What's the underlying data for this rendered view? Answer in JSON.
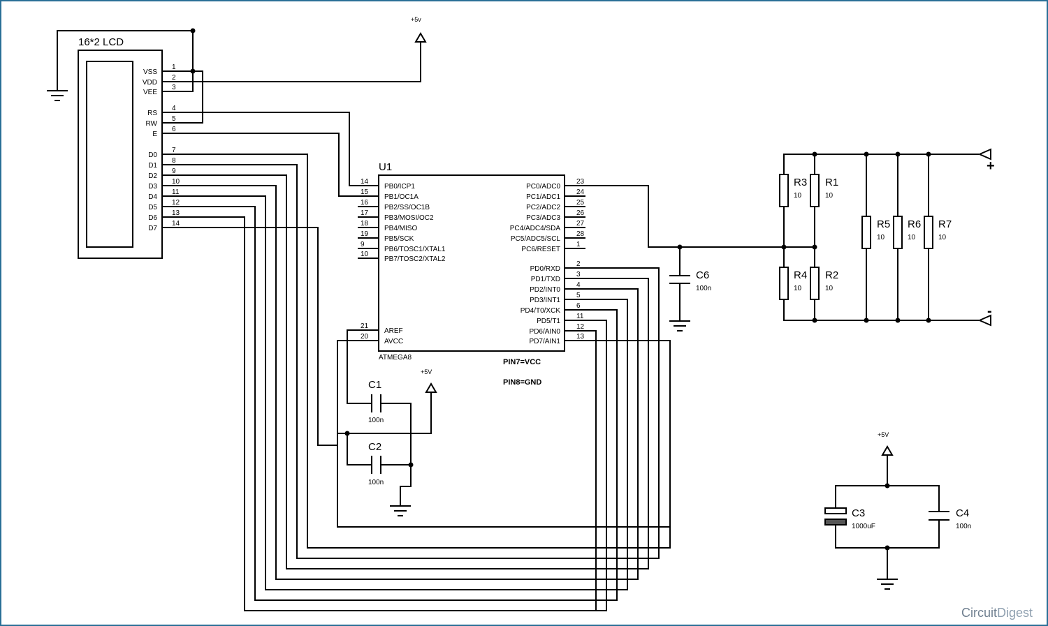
{
  "lcd": {
    "title": "16*2 LCD",
    "pins": [
      {
        "name": "VSS",
        "num": "1"
      },
      {
        "name": "VDD",
        "num": "2"
      },
      {
        "name": "VEE",
        "num": "3"
      },
      {
        "name": "RS",
        "num": "4"
      },
      {
        "name": "RW",
        "num": "5"
      },
      {
        "name": "E",
        "num": "6"
      },
      {
        "name": "D0",
        "num": "7"
      },
      {
        "name": "D1",
        "num": "8"
      },
      {
        "name": "D2",
        "num": "9"
      },
      {
        "name": "D3",
        "num": "10"
      },
      {
        "name": "D4",
        "num": "11"
      },
      {
        "name": "D5",
        "num": "12"
      },
      {
        "name": "D6",
        "num": "13"
      },
      {
        "name": "D7",
        "num": "14"
      }
    ]
  },
  "mcu": {
    "ref": "U1",
    "part": "ATMEGA8",
    "left_pins": [
      {
        "name": "PB0/ICP1",
        "num": "14"
      },
      {
        "name": "PB1/OC1A",
        "num": "15"
      },
      {
        "name": "PB2/SS/OC1B",
        "num": "16"
      },
      {
        "name": "PB3/MOSI/OC2",
        "num": "17"
      },
      {
        "name": "PB4/MISO",
        "num": "18"
      },
      {
        "name": "PB5/SCK",
        "num": "19"
      },
      {
        "name": "PB6/TOSC1/XTAL1",
        "num": "9"
      },
      {
        "name": "PB7/TOSC2/XTAL2",
        "num": "10"
      },
      {
        "name": "AREF",
        "num": "21"
      },
      {
        "name": "AVCC",
        "num": "20"
      }
    ],
    "right_pins": [
      {
        "name": "PC0/ADC0",
        "num": "23"
      },
      {
        "name": "PC1/ADC1",
        "num": "24"
      },
      {
        "name": "PC2/ADC2",
        "num": "25"
      },
      {
        "name": "PC3/ADC3",
        "num": "26"
      },
      {
        "name": "PC4/ADC4/SDA",
        "num": "27"
      },
      {
        "name": "PC5/ADC5/SCL",
        "num": "28"
      },
      {
        "name": "PC6/RESET",
        "num": "1"
      },
      {
        "name": "PD0/RXD",
        "num": "2"
      },
      {
        "name": "PD1/TXD",
        "num": "3"
      },
      {
        "name": "PD2/INT0",
        "num": "4"
      },
      {
        "name": "PD3/INT1",
        "num": "5"
      },
      {
        "name": "PD4/T0/XCK",
        "num": "6"
      },
      {
        "name": "PD5/T1",
        "num": "11"
      },
      {
        "name": "PD6/AIN0",
        "num": "12"
      },
      {
        "name": "PD7/AIN1",
        "num": "13"
      }
    ],
    "notes": [
      "PIN7=VCC",
      "PIN8=GND"
    ]
  },
  "power": {
    "top": "+5v",
    "mid": "+5V",
    "right": "+5V"
  },
  "capacitors": {
    "c1": {
      "ref": "C1",
      "value": "100n"
    },
    "c2": {
      "ref": "C2",
      "value": "100n"
    },
    "c3": {
      "ref": "C3",
      "value": "1000uF"
    },
    "c4": {
      "ref": "C4",
      "value": "100n"
    },
    "c6": {
      "ref": "C6",
      "value": "100n"
    }
  },
  "resistors": [
    {
      "ref": "R3",
      "value": "10"
    },
    {
      "ref": "R1",
      "value": "10"
    },
    {
      "ref": "R4",
      "value": "10"
    },
    {
      "ref": "R2",
      "value": "10"
    },
    {
      "ref": "R5",
      "value": "10"
    },
    {
      "ref": "R6",
      "value": "10"
    },
    {
      "ref": "R7",
      "value": "10"
    }
  ],
  "terminals": {
    "plus": "+",
    "minus": "-"
  },
  "brand": {
    "part1": "Circuit",
    "part2": "Digest"
  }
}
